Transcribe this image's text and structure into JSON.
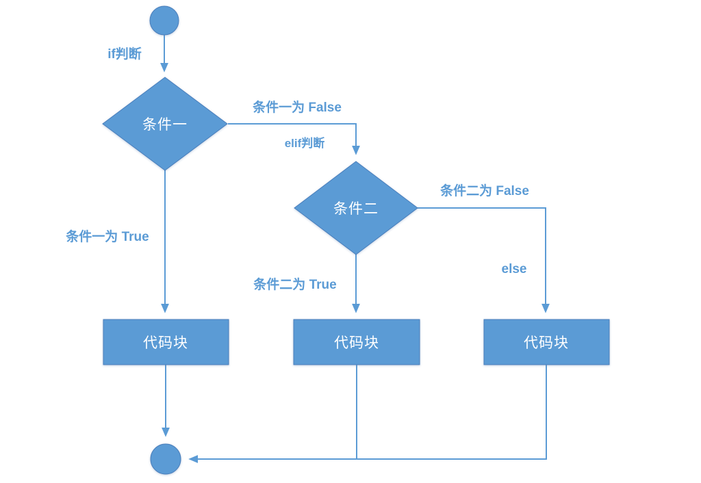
{
  "diagram": {
    "type": "flowchart",
    "nodes": {
      "start": {
        "shape": "circle",
        "label": ""
      },
      "cond1": {
        "shape": "diamond",
        "label": "条件一"
      },
      "cond2": {
        "shape": "diamond",
        "label": "条件二"
      },
      "block1": {
        "shape": "rectangle",
        "label": "代码块"
      },
      "block2": {
        "shape": "rectangle",
        "label": "代码块"
      },
      "block3": {
        "shape": "rectangle",
        "label": "代码块"
      },
      "end": {
        "shape": "circle",
        "label": ""
      }
    },
    "edge_labels": {
      "if_branch": "if判断",
      "cond1_false": "条件一为 False",
      "elif_branch": "elif判断",
      "cond1_true": "条件一为 True",
      "cond2_false": "条件二为 False",
      "cond2_true": "条件二为 True",
      "else_branch": "else"
    },
    "colors": {
      "shape_fill": "#5B9BD5",
      "shape_stroke": "#4A7EBB",
      "connector": "#5B9BD5",
      "label_text": "#5B9BD5",
      "node_text": "#FFFFFF",
      "background": "#FFFFFF"
    }
  }
}
